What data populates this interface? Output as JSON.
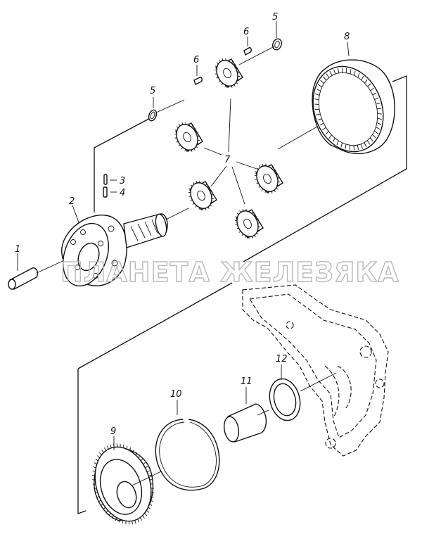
{
  "watermark": "ПЛАНЕТА ЖЕЛЕЗЯКА",
  "callouts": [
    "1",
    "2",
    "3",
    "4",
    "5",
    "5",
    "6",
    "6",
    "7",
    "8",
    "9",
    "10",
    "11",
    "12"
  ]
}
